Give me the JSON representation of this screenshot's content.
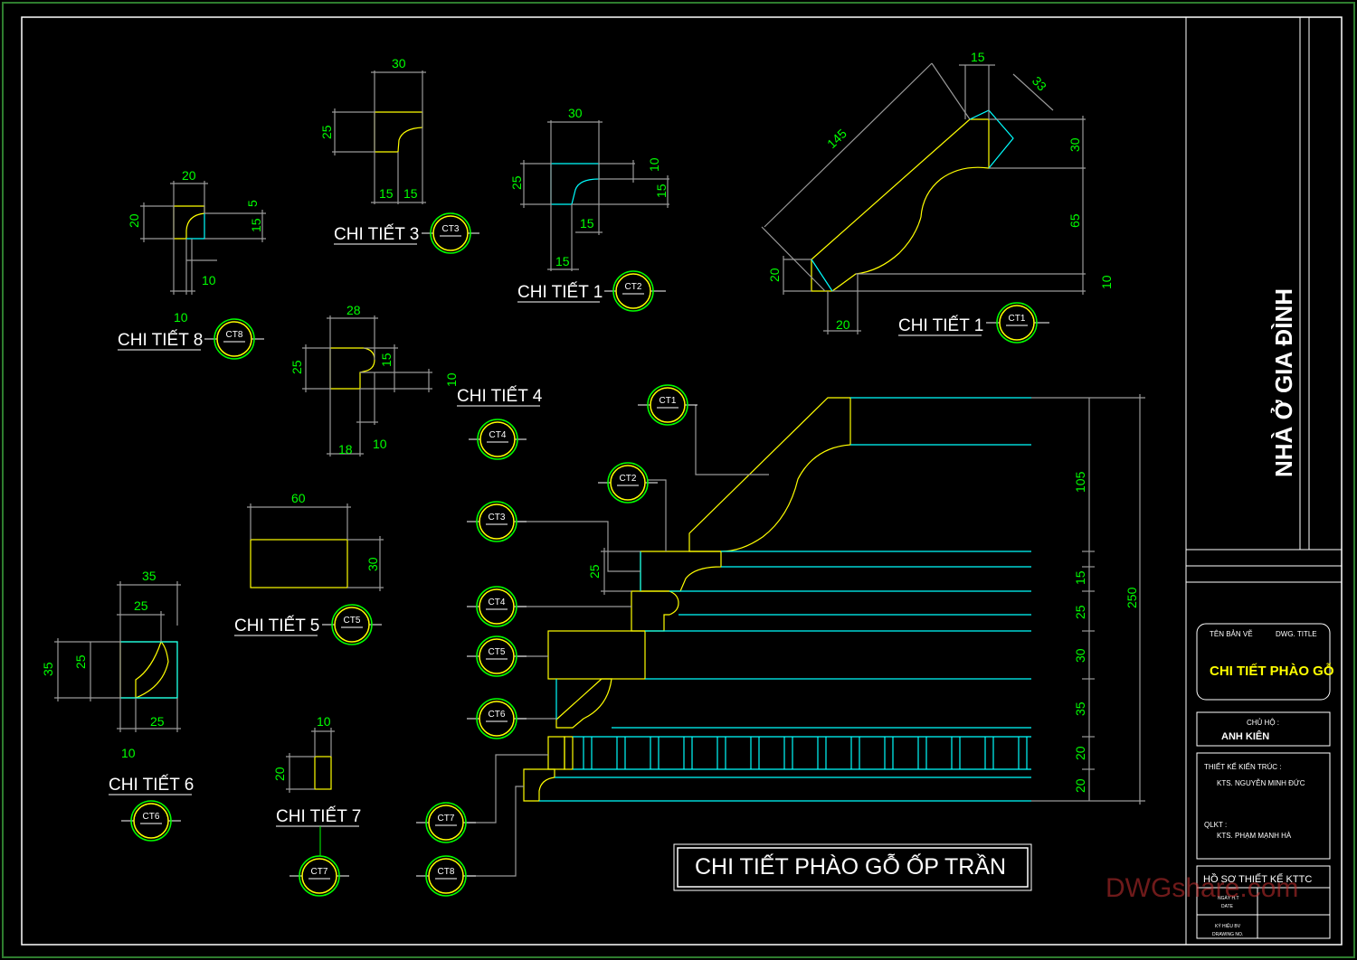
{
  "sheet": {
    "project_title": "NHÀ Ở GIA ĐÌNH",
    "main_title": "CHI TIẾT PHÀO GỖ ỐP TRẦN",
    "watermark": "DWGshare.com"
  },
  "title_block": {
    "drawing_title_label_vi": "TÊN BẢN VẼ",
    "drawing_title_label_en": "DWG. TITLE",
    "drawing_title": "CHI TIẾT PHÀO GỖ",
    "owner_label": "CHỦ HỘ :",
    "owner": "ANH KIÊN",
    "architect_label": "THIẾT KẾ KIẾN TRÚC :",
    "architect": "KTS. NGUYỄN MINH ĐỨC",
    "manager_label": "QLKT :",
    "manager": "KTS. PHẠM MẠNH HÀ",
    "file_label": "HỒ SƠ THIẾT KẾ KTTC",
    "date_label_vi": "NGÀY H.T",
    "date_label_en": "DATE",
    "drawing_no_label_vi": "KÝ HIỆU BV",
    "drawing_no_label_en": "DRAWING NO."
  },
  "details": {
    "ct1": {
      "label": "CHI TIẾT 1",
      "tag": "CT1",
      "d_145": "145",
      "d_15": "15",
      "d_33": "33",
      "d_30": "30",
      "d_65": "65",
      "d_10": "10",
      "d_20a": "20",
      "d_20b": "20"
    },
    "ct2": {
      "label": "CHI TIẾT 1",
      "tag": "CT2",
      "d_30": "30",
      "d_25": "25",
      "d_10": "10",
      "d_15a": "15",
      "d_15b": "15",
      "d_15c": "15"
    },
    "ct3": {
      "label": "CHI TIẾT 3",
      "tag": "CT3",
      "d_30": "30",
      "d_25": "25",
      "d_15a": "15",
      "d_15b": "15"
    },
    "ct4": {
      "label": "CHI TIẾT 4",
      "tag": "CT4",
      "d_28": "28",
      "d_25": "25",
      "d_15": "15",
      "d_10a": "10",
      "d_18": "18",
      "d_10b": "10"
    },
    "ct5": {
      "label": "CHI TIẾT 5",
      "tag": "CT5",
      "d_60": "60",
      "d_30": "30"
    },
    "ct6": {
      "label": "CHI TIẾT 6",
      "tag": "CT6",
      "d_35a": "35",
      "d_25a": "25",
      "d_35b": "35",
      "d_25b": "25",
      "d_25c": "25",
      "d_10": "10"
    },
    "ct7": {
      "label": "CHI TIẾT 7",
      "tag": "CT7",
      "d_10": "10",
      "d_20": "20"
    },
    "ct8": {
      "label": "CHI TIẾT 8",
      "tag": "CT8",
      "d_20a": "20",
      "d_20b": "20",
      "d_5": "5",
      "d_15": "15",
      "d_10a": "10",
      "d_10b": "10"
    }
  },
  "assembly": {
    "tags": [
      "CT1",
      "CT2",
      "CT3",
      "CT4",
      "CT5",
      "CT6",
      "CT7",
      "CT8"
    ],
    "dims": [
      "105",
      "15",
      "25",
      "30",
      "35",
      "20",
      "20"
    ],
    "total": "250",
    "d_left_25": "25"
  },
  "colors": {
    "yellow": "#ffff00",
    "cyan": "#00ffff",
    "green": "#00ff00",
    "white": "#ffffff",
    "grey": "#9a9a9a",
    "frame": "#2f7d2f"
  }
}
